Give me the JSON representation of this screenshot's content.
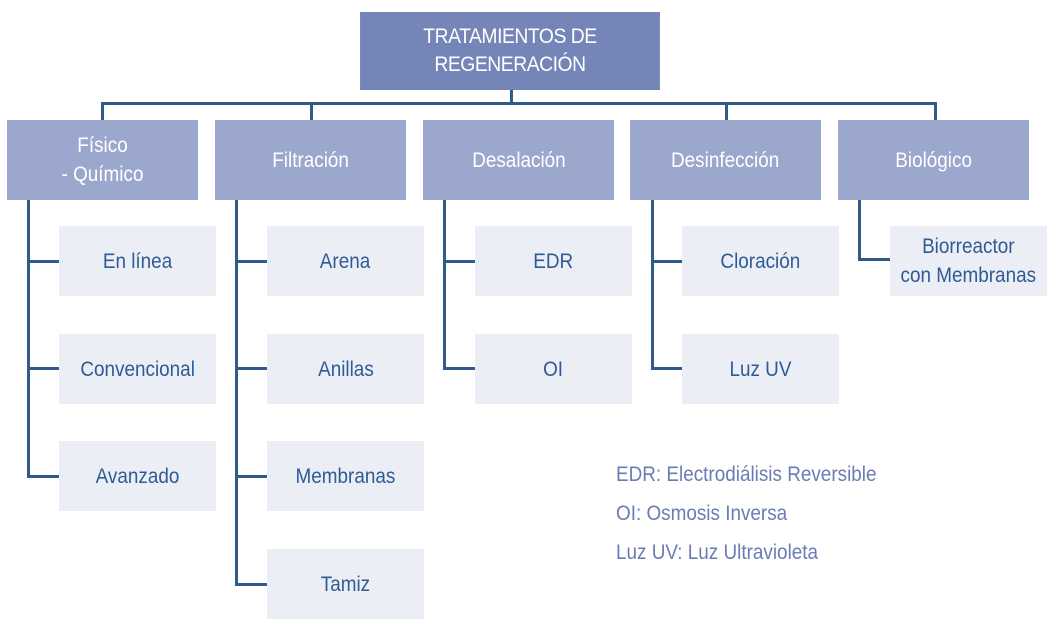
{
  "diagram": {
    "title": "TRATAMIENTOS DE\nREGENERACIÓN",
    "categories": [
      {
        "label": "Físico\n- Químico",
        "children": [
          "En línea",
          "Convencional",
          "Avanzado"
        ]
      },
      {
        "label": "Filtración",
        "children": [
          "Arena",
          "Anillas",
          "Membranas",
          "Tamiz"
        ]
      },
      {
        "label": "Desalación",
        "children": [
          "EDR",
          "OI"
        ]
      },
      {
        "label": "Desinfección",
        "children": [
          "Cloración",
          "Luz UV"
        ]
      },
      {
        "label": "Biológico",
        "children": [
          "Biorreactor\ncon Membranas"
        ]
      }
    ],
    "legend": [
      "EDR: Electrodiálisis Reversible",
      "OI: Osmosis Inversa",
      "Luz UV: Luz Ultravioleta"
    ]
  },
  "colors": {
    "root_fill": "#7585b8",
    "category_fill": "#9ca7cd",
    "leaf_fill": "#eceef6",
    "leaf_text": "#2f5b95",
    "connector": "#2e5a8c",
    "legend_text": "#6a7cb4"
  }
}
